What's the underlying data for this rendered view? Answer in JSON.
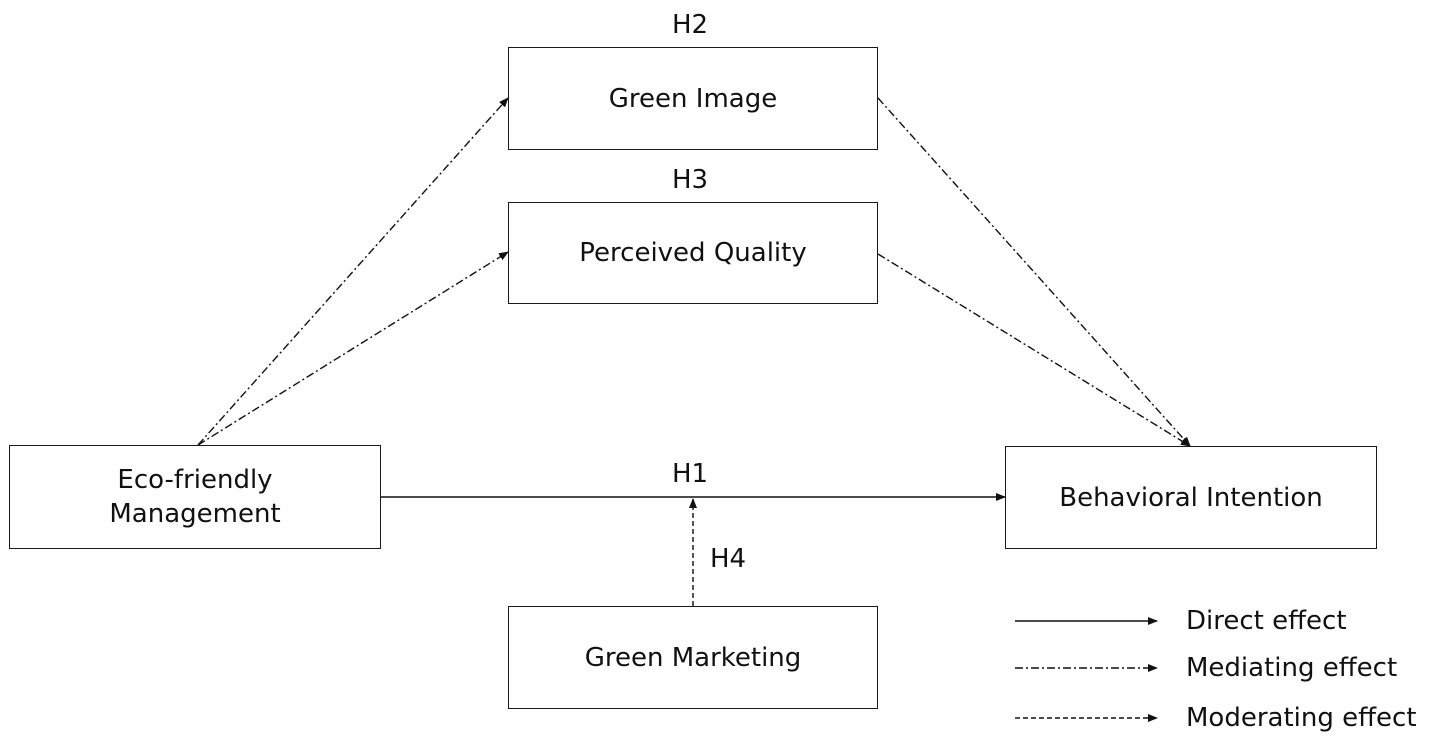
{
  "nodes": {
    "green_image": "Green Image",
    "perceived_quality": "Perceived Quality",
    "eco_friendly_management": [
      "Eco-friendly",
      "Management"
    ],
    "behavioral_intention": "Behavioral Intention",
    "green_marketing": "Green Marketing"
  },
  "hypotheses": {
    "h1": "H1",
    "h2": "H2",
    "h3": "H3",
    "h4": "H4"
  },
  "legend": {
    "direct": "Direct effect",
    "mediating": "Mediating effect",
    "moderating": "Moderating effect"
  }
}
